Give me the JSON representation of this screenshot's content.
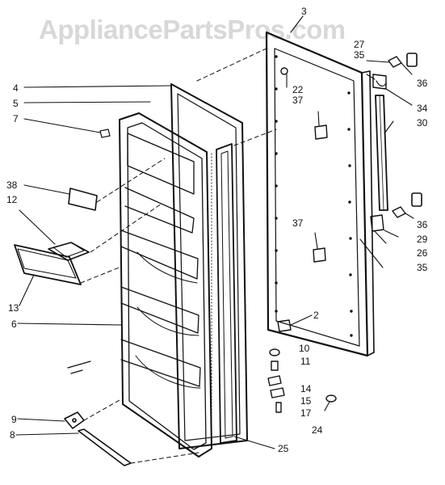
{
  "watermark": "AppliancePartsPros.com",
  "callouts": {
    "c3": "3",
    "c4": "4",
    "c5": "5",
    "c7": "7",
    "c38": "38",
    "c12": "12",
    "c13": "13",
    "c6": "6",
    "c9": "9",
    "c8": "8",
    "c22": "22",
    "c37a": "37",
    "c37b": "37",
    "c27": "27",
    "c35a": "35",
    "c36a": "36",
    "c34": "34",
    "c30": "30",
    "c36b": "36",
    "c29": "29",
    "c26": "26",
    "c35b": "35",
    "c2": "2",
    "c10": "10",
    "c11": "11",
    "c14": "14",
    "c15": "15",
    "c17": "17",
    "c24": "24",
    "c25": "25"
  }
}
